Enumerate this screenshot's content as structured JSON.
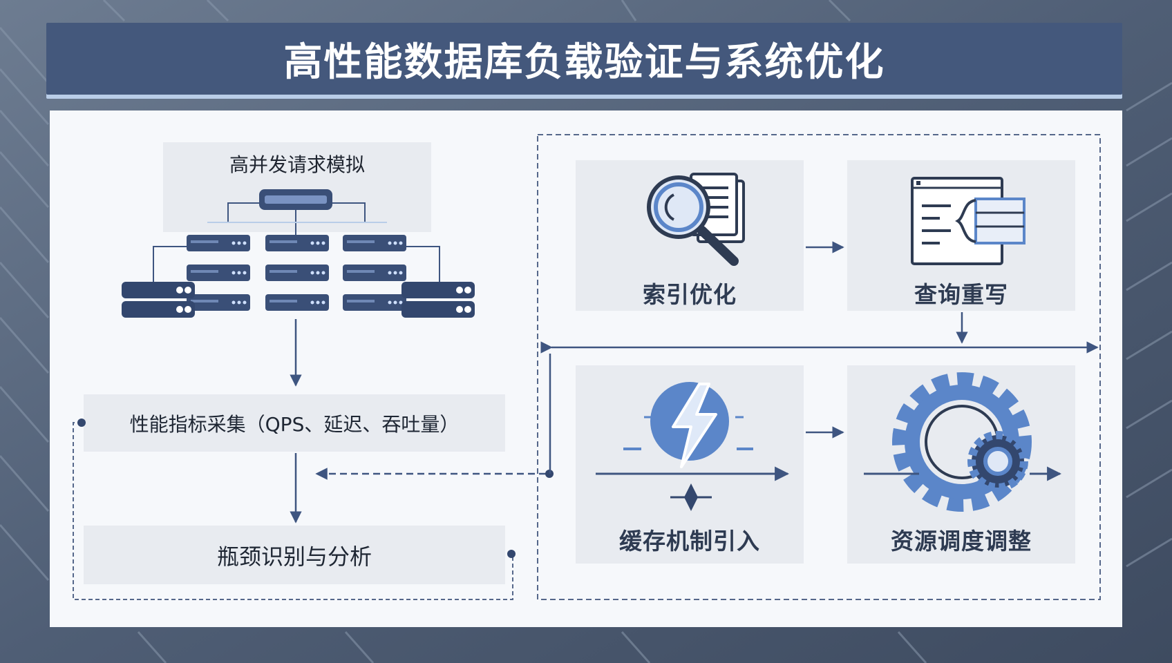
{
  "title": "高性能数据库负载验证与系统优化",
  "left": {
    "simulation_label": "高并发请求模拟",
    "metrics_label": "性能指标采集（QPS、延迟、吞吐量）",
    "bottleneck_label": "瓶颈识别与分析"
  },
  "right": {
    "cards": [
      {
        "label": "索引优化",
        "icon": "magnifier-document-icon"
      },
      {
        "label": "查询重写",
        "icon": "code-window-icon"
      },
      {
        "label": "缓存机制引入",
        "icon": "lightning-bolt-icon"
      },
      {
        "label": "资源调度调整",
        "icon": "gears-icon"
      }
    ]
  },
  "colors": {
    "title_bar": "#44587c",
    "accent_blue": "#5b86c9",
    "dark_navy": "#33476e",
    "panel": "#f6f8fb",
    "card": "#e8ebf0",
    "connector": "#3e5580"
  }
}
